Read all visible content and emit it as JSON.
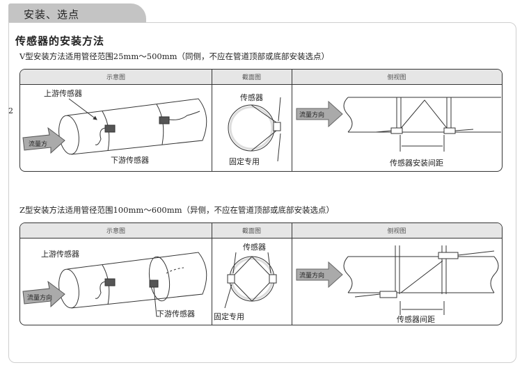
{
  "section_tab": "安装、选点",
  "heading": "传感器的安装方法",
  "page_marker": "2",
  "v_method": {
    "description": "V型安装方法适用管径范围25mm～500mm（同侧，不应在管道顶部或底部安装选点）",
    "headers": [
      "示意图",
      "截面图",
      "侧视图"
    ],
    "upstream_sensor": "上游传感器",
    "downstream_sensor": "下游传感器",
    "flow_label_short": "流量方",
    "sensor": "传感器",
    "fixed": "固定专用",
    "flow_direction": "流量方向",
    "spacing": "传感器安装间距"
  },
  "z_method": {
    "description": "Z型安装方法适用管径范围100mm～600mm（异侧，不应在管道顶部或底部安装选点）",
    "headers": [
      "示意图",
      "截面图",
      "侧视图"
    ],
    "upstream_sensor": "上游传感器",
    "downstream_sensor": "下游传感器",
    "flow_label_short": "流量方向",
    "sensor": "传感器",
    "fixed": "固定专用",
    "flow_direction": "流量方向",
    "spacing": "传感器间距"
  }
}
